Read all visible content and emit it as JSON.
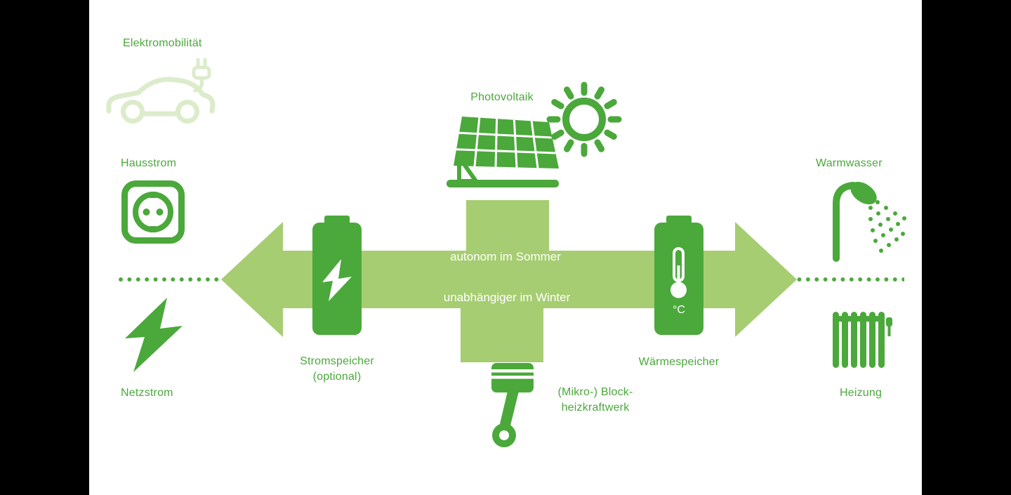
{
  "colors": {
    "frame": "#000000",
    "background": "#ffffff",
    "green": "#4ba83b",
    "light_green": "#a6cd71",
    "pale_green": "#dceccb",
    "white_text": "#ffffff"
  },
  "nodes": {
    "elektromobilitaet": {
      "label": "Elektromobilität",
      "icon": "electric-car-icon"
    },
    "hausstrom": {
      "label": "Hausstrom",
      "icon": "power-outlet-icon"
    },
    "netzstrom": {
      "label": "Netzstrom",
      "icon": "lightning-bolt-icon"
    },
    "photovoltaik": {
      "label": "Photovoltaik",
      "icon": "solar-panel-icon",
      "icon2": "sun-icon"
    },
    "stromspeicher": {
      "label_line1": "Stromspeicher",
      "label_line2": "(optional)",
      "icon": "battery-lightning-icon"
    },
    "waermespeicher": {
      "label": "Wärmespeicher",
      "unit": "°C",
      "icon": "battery-thermometer-icon"
    },
    "bhkw": {
      "label_line1": "(Mikro-) Block-",
      "label_line2": "heizkraftwerk",
      "icon": "piston-icon"
    },
    "warmwasser": {
      "label": "Warmwasser",
      "icon": "shower-icon"
    },
    "heizung": {
      "label": "Heizung",
      "icon": "radiator-icon"
    }
  },
  "arrow": {
    "top_text": "autonom im Sommer",
    "bottom_text": "unabhängiger im Winter"
  }
}
